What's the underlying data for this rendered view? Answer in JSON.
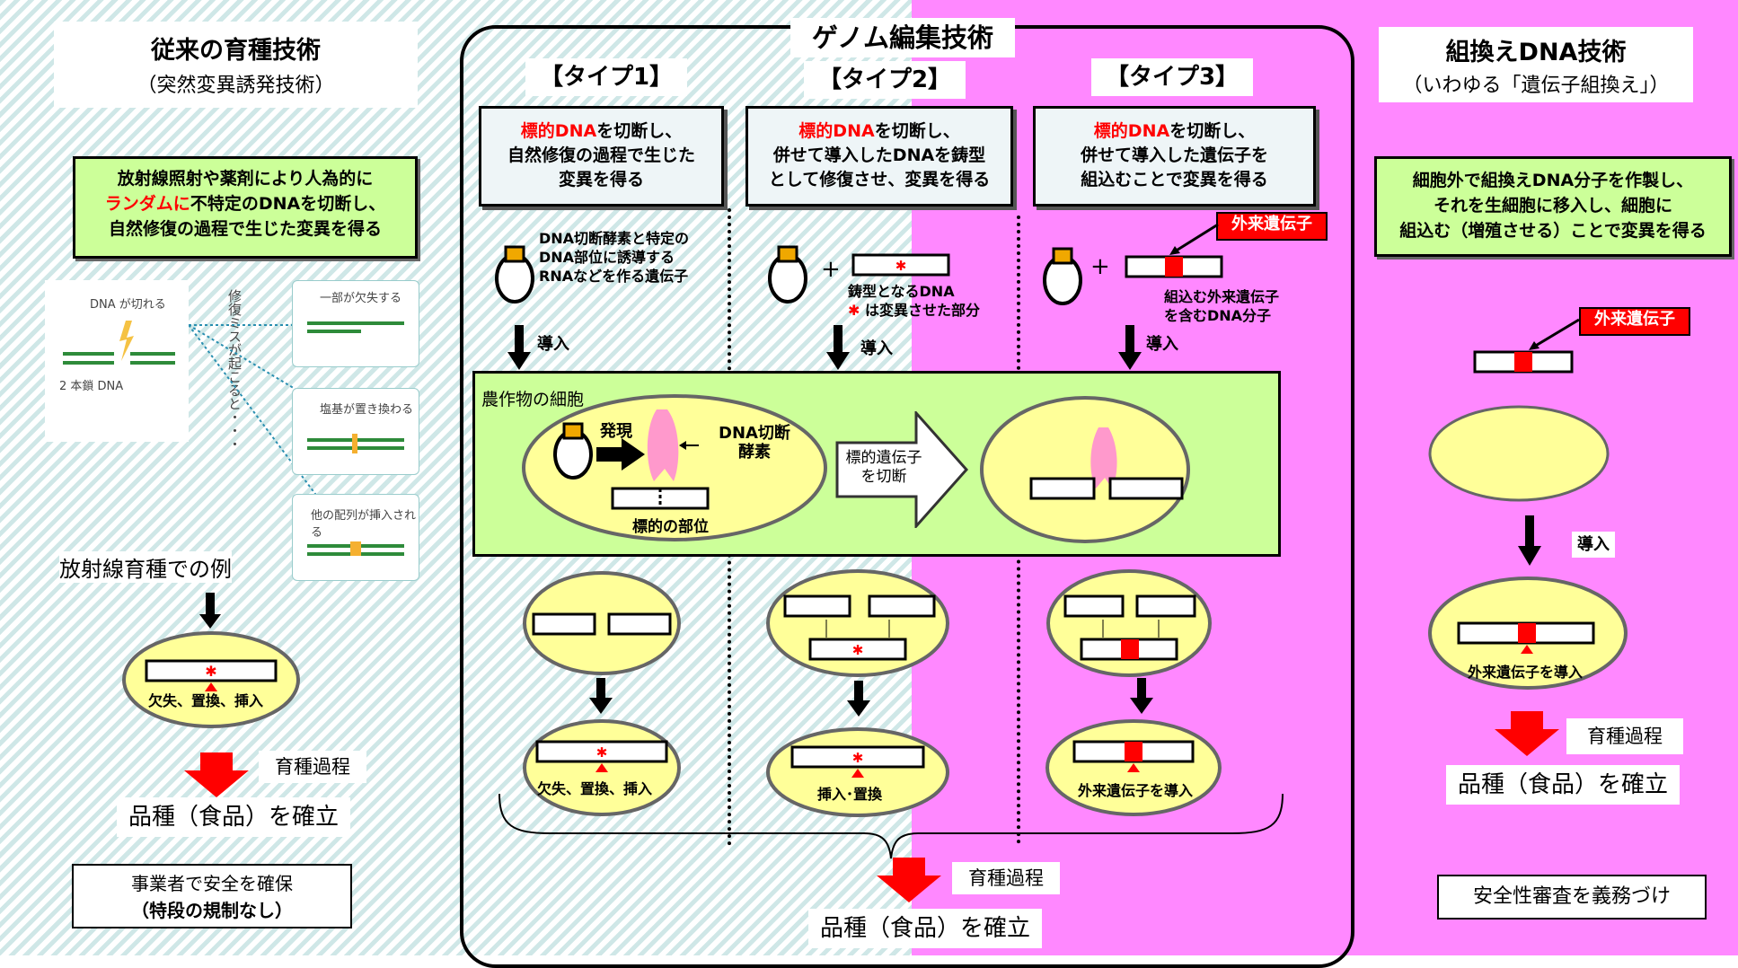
{
  "left": {
    "title": "従来の育種技術",
    "subtitle": "（突然変異誘発技術）",
    "desc": [
      "放射線照射や薬剤により人為的に",
      "ランダムに",
      "不特定のDNAを切断し、",
      "自然修復の過程で生じた変異を得る"
    ],
    "img_dna_cut": "DNA が切れる",
    "img_double": "2 本鎖 DNA",
    "img_repair": "修復ミスが起こると・・・",
    "img_r1": "一部が欠失する",
    "img_r2": "塩基が置き換わる",
    "img_r3": "他の配列が挿入される",
    "example": "放射線育種での例",
    "result_label": "欠失、置換、挿入",
    "breed_label": "育種過程",
    "variety": "品種（食品）を確立",
    "safety1": "事業者で安全を確保",
    "safety2": "（特段の規制なし）"
  },
  "center": {
    "title": "ゲノム編集技術",
    "type1": {
      "title": "【タイプ1】",
      "box": [
        "標的DNA",
        "を切断し、",
        "自然修復の過程で生じた",
        "変異を得る"
      ],
      "gene_desc": [
        "DNA切断酵素と特定の",
        "DNA部位に誘導する",
        "RNAなどを作る遺伝子"
      ],
      "intro": "導入",
      "result": "欠失、置換、挿入"
    },
    "type2": {
      "title": "【タイプ2】",
      "box": [
        "標的DNA",
        "を切断し、",
        "併せて導入したDNAを鋳型",
        "として修復させ、変異を得る"
      ],
      "template1": "鋳型となるDNA",
      "template2": "は変異させた部分",
      "intro": "導入",
      "result": "挿入･置換"
    },
    "type3": {
      "title": "【タイプ3】",
      "box": [
        "標的DNA",
        "を切断し、",
        "併せて導入した遺伝子を",
        "組込むことで変異を得る"
      ],
      "foreign_tag": "外来遺伝子",
      "foreign_desc": [
        "組込む外来遺伝子",
        "を含むDNA分子"
      ],
      "intro": "導入",
      "result": "外来遺伝子を導入"
    },
    "cell": {
      "label": "農作物の細胞",
      "express": "発現",
      "enzyme": [
        "DNA切断",
        "酵素"
      ],
      "target_site": "標的の部位",
      "arrow_text": [
        "標的遺伝子",
        "を切断"
      ]
    },
    "plus": "+",
    "breed_label": "育種過程",
    "variety": "品種（食品）を確立"
  },
  "right": {
    "title": "組換えDNA技術",
    "subtitle": "（いわゆる「遺伝子組換え」）",
    "desc": [
      "細胞外で組換えDNA分子を作製し、",
      "それを生細胞に移入し、細胞に",
      "組込む（増殖させる）ことで変異を得る"
    ],
    "foreign_tag": "外来遺伝子",
    "intro": "導入",
    "result": "外来遺伝子を導入",
    "breed_label": "育種過程",
    "variety": "品種（食品）を確立",
    "safety": "安全性審査を義務づけ"
  },
  "colors": {
    "accent_red": "#ff0000",
    "green_box": "#ccff99",
    "cell_yellow": "#ffff99",
    "pink": "#ff88ff",
    "stripe": "#cfe7e7"
  }
}
